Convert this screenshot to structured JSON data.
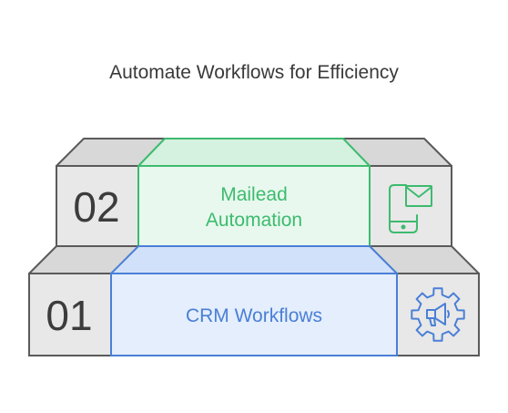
{
  "title": "Automate Workflows for Efficiency",
  "steps": [
    {
      "number": "01",
      "label": "CRM Workflows",
      "icon": "gear-megaphone-icon",
      "color": "#4a7fd6",
      "fill": "#e3edfc"
    },
    {
      "number": "02",
      "label_lines": [
        "Mailead",
        "Automation"
      ],
      "icon": "mobile-mail-icon",
      "color": "#3dbb6e",
      "fill": "#e6f7ec"
    }
  ],
  "colors": {
    "block_gray": "#e7e7e7",
    "block_top_gray": "#d6d6d6",
    "outline_gray": "#5a5a5a",
    "text_dark": "#3a3a3a"
  }
}
